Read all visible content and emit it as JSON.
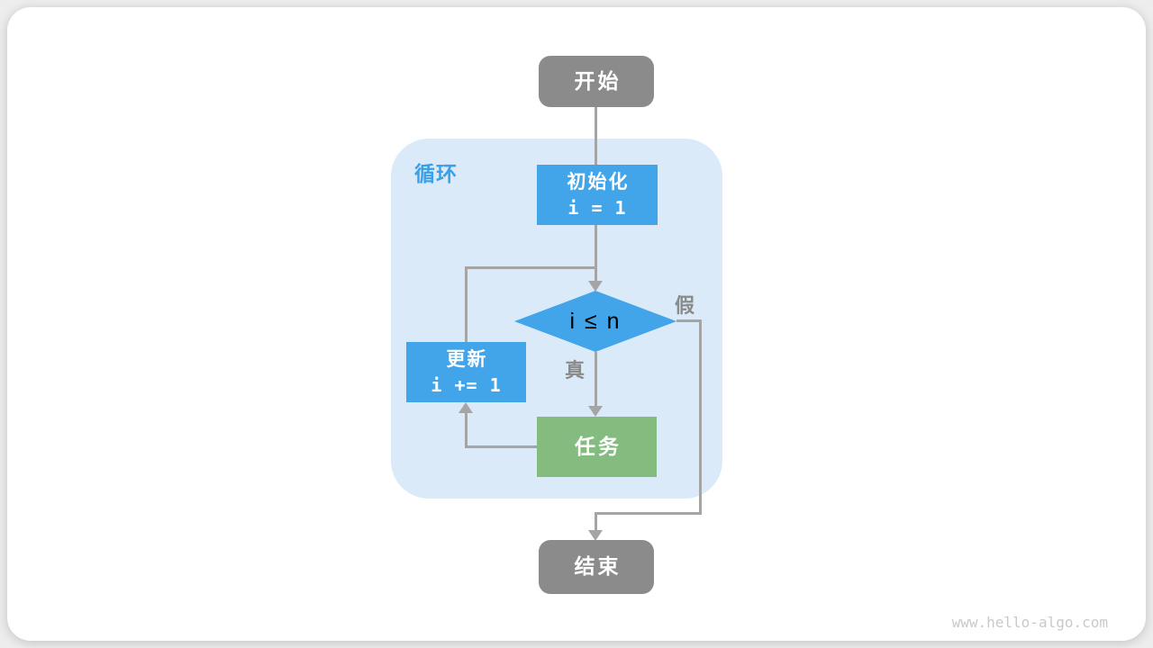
{
  "colors": {
    "blue": "#42a5e9",
    "blue-label": "#3aa0e8",
    "green": "#84bc80",
    "gray": "#8b8b8b",
    "container": "#daeaf9",
    "line": "#a5a5a5",
    "label": "#8a8a8a"
  },
  "flowchart": {
    "start": {
      "label": "开始"
    },
    "loop_container": {
      "label": "循环"
    },
    "init": {
      "label": "初始化",
      "code": "i = 1"
    },
    "condition": {
      "label": "i ≤ n"
    },
    "branch_true": {
      "label": "真"
    },
    "branch_false": {
      "label": "假"
    },
    "task": {
      "label": "任务"
    },
    "update": {
      "label": "更新",
      "code": "i += 1"
    },
    "end": {
      "label": "结束"
    }
  },
  "page": {
    "watermark": "www.hello-algo.com"
  }
}
